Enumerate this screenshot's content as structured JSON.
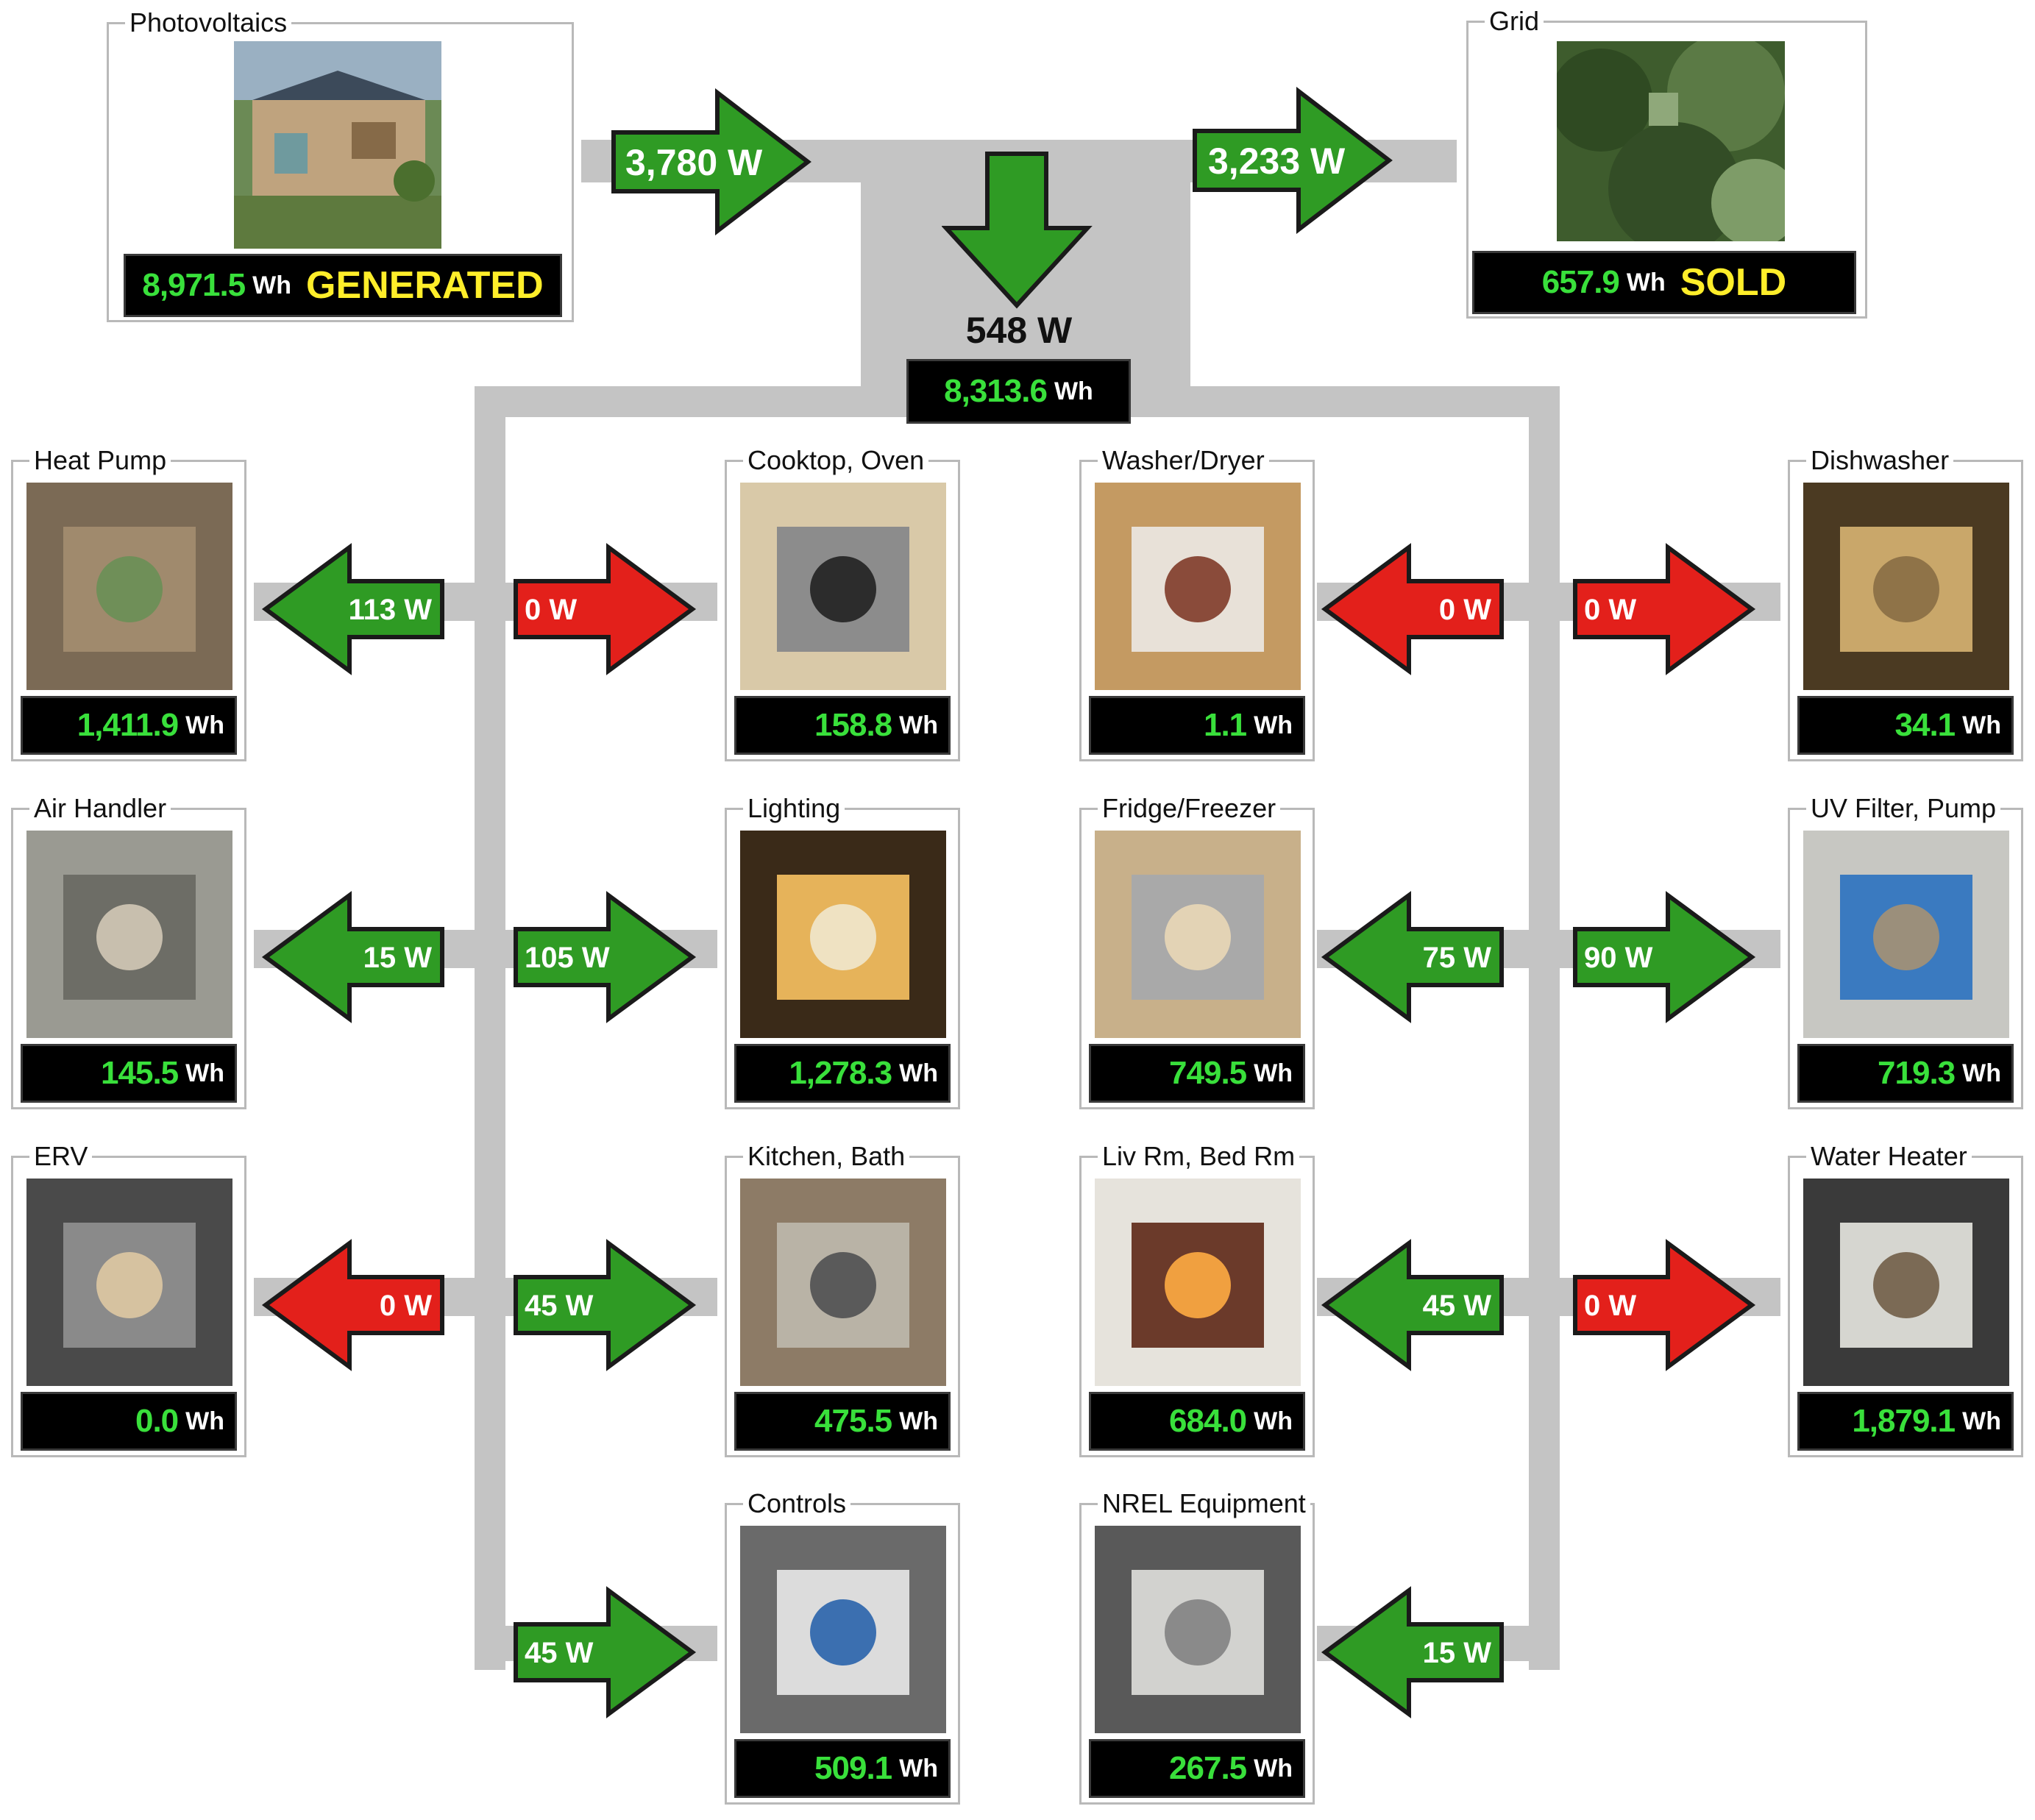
{
  "colors": {
    "bus": "#c4c4c4",
    "arrow_active": "#2f9b24",
    "arrow_inactive": "#e3201b",
    "energy_value": "#39e03b",
    "tag_text": "#ffee2a"
  },
  "source": {
    "title": "Photovoltaics",
    "energy": "8,971.5",
    "unit": "Wh",
    "status": "GENERATED",
    "flow": "3,780 W"
  },
  "grid": {
    "title": "Grid",
    "energy": "657.9",
    "unit": "Wh",
    "status": "SOLD",
    "flow": "3,233 W"
  },
  "house": {
    "flow": "548 W",
    "energy": "8,313.6",
    "unit": "Wh"
  },
  "loads": [
    {
      "title": "Heat Pump",
      "energy": "1,411.9",
      "unit": "Wh",
      "flow": "113 W",
      "state": "active",
      "icon": "heat-pump-photo"
    },
    {
      "title": "Cooktop, Oven",
      "energy": "158.8",
      "unit": "Wh",
      "flow": "0 W",
      "state": "inactive",
      "icon": "cooktop-oven-photo"
    },
    {
      "title": "Washer/Dryer",
      "energy": "1.1",
      "unit": "Wh",
      "flow": "0 W",
      "state": "inactive",
      "icon": "washer-dryer-photo"
    },
    {
      "title": "Dishwasher",
      "energy": "34.1",
      "unit": "Wh",
      "flow": "0 W",
      "state": "inactive",
      "icon": "dishwasher-photo"
    },
    {
      "title": "Air Handler",
      "energy": "145.5",
      "unit": "Wh",
      "flow": "15 W",
      "state": "active",
      "icon": "air-handler-photo"
    },
    {
      "title": "Lighting",
      "energy": "1,278.3",
      "unit": "Wh",
      "flow": "105 W",
      "state": "active",
      "icon": "lighting-photo"
    },
    {
      "title": "Fridge/Freezer",
      "energy": "749.5",
      "unit": "Wh",
      "flow": "75 W",
      "state": "active",
      "icon": "fridge-freezer-photo"
    },
    {
      "title": "UV Filter, Pump",
      "energy": "719.3",
      "unit": "Wh",
      "flow": "90 W",
      "state": "active",
      "icon": "uv-filter-pump-photo"
    },
    {
      "title": "ERV",
      "energy": "0.0",
      "unit": "Wh",
      "flow": "0 W",
      "state": "inactive",
      "icon": "erv-photo"
    },
    {
      "title": "Kitchen, Bath",
      "energy": "475.5",
      "unit": "Wh",
      "flow": "45 W",
      "state": "active",
      "icon": "kitchen-bath-photo"
    },
    {
      "title": "Liv Rm, Bed Rm",
      "energy": "684.0",
      "unit": "Wh",
      "flow": "45 W",
      "state": "active",
      "icon": "liv-bed-room-photo"
    },
    {
      "title": "Water Heater",
      "energy": "1,879.1",
      "unit": "Wh",
      "flow": "0 W",
      "state": "inactive",
      "icon": "water-heater-photo"
    },
    {
      "title": "Controls",
      "energy": "509.1",
      "unit": "Wh",
      "flow": "45 W",
      "state": "active",
      "icon": "controls-photo"
    },
    {
      "title": "NREL Equipment",
      "energy": "267.5",
      "unit": "Wh",
      "flow": "15 W",
      "state": "active",
      "icon": "nrel-equipment-photo"
    }
  ]
}
